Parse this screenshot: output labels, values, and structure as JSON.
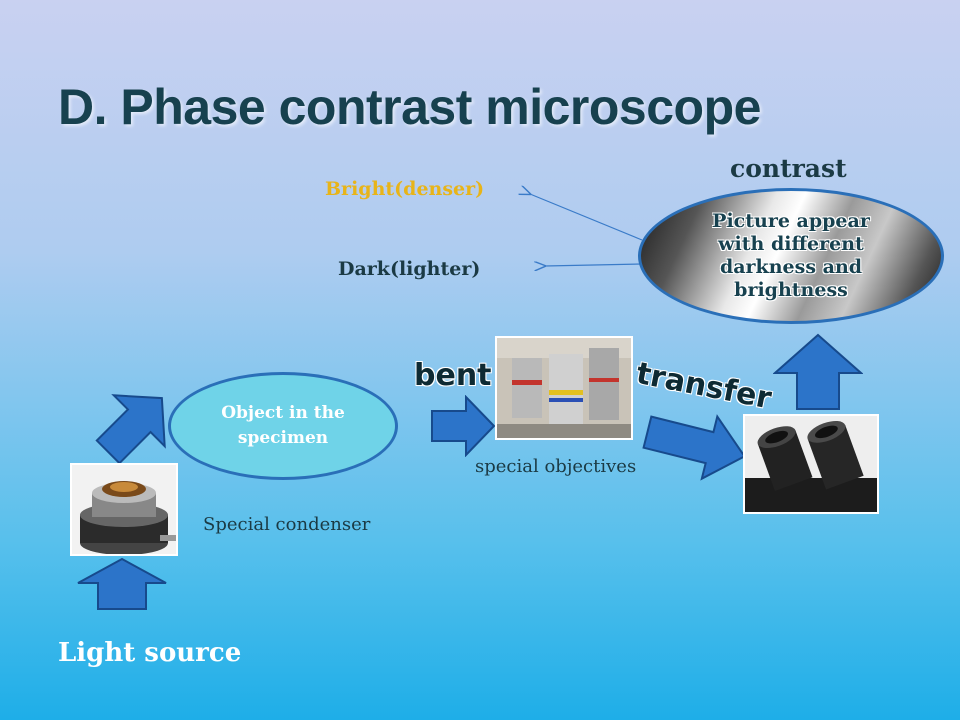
{
  "title": "D.  Phase contrast microscope",
  "labels": {
    "contrast": "contrast",
    "bright": "Bright(denser)",
    "dark": "Dark(lighter)",
    "bent": "bent",
    "transfer": "transfer",
    "special_objectives": "special objectives",
    "special_condenser": "Special condenser",
    "light_source": "Light source"
  },
  "ovals": {
    "object": "Object in the specimen",
    "picture": "Picture appear with different darkness and brightness"
  },
  "images": {
    "condenser": "condenser-photo",
    "objectives": "objectives-photo",
    "eyepiece": "eyepiece-photo"
  },
  "colors": {
    "arrow_fill": "#2c74c9",
    "arrow_stroke": "#174a8c",
    "oval_fill": "#6fd3e8",
    "bright_text": "#e8b418",
    "title_text": "#17414f"
  }
}
